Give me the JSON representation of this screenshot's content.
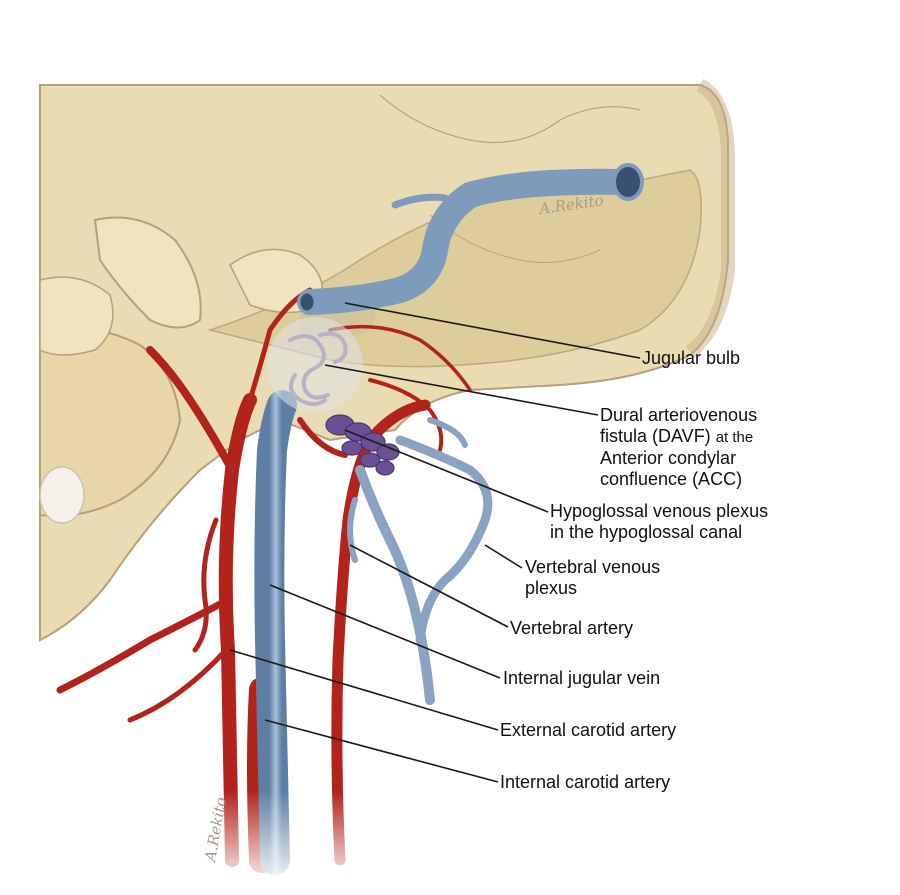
{
  "signature": "A.Rekito",
  "labels": {
    "jugular_bulb": "Jugular bulb",
    "davf_line1": "Dural arteriovenous",
    "davf_line2a": "fistula (DAVF)",
    "davf_line2b": "at the",
    "davf_line3": "Anterior condylar",
    "davf_line4": "confluence (ACC)",
    "hypoglossal_line1": "Hypoglossal venous plexus",
    "hypoglossal_line2": "in the hypoglossal canal",
    "vertebral_venous_line1": "Vertebral venous",
    "vertebral_venous_line2": "plexus",
    "vertebral_artery": "Vertebral artery",
    "internal_jugular_vein": "Internal jugular vein",
    "external_carotid_artery": "External carotid artery",
    "internal_carotid_artery": "Internal carotid artery"
  },
  "colors": {
    "bone": "#e9dcb2",
    "bone_edge": "#b79f77",
    "artery": "#b2231c",
    "vein": "#7f9bbb",
    "plexus": "#6a5196",
    "leader": "#1a1a1a"
  }
}
